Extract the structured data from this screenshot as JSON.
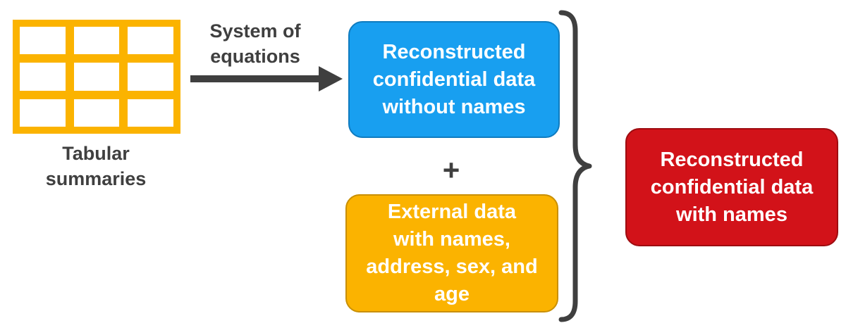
{
  "tabular": {
    "caption_line1": "Tabular",
    "caption_line2": "summaries"
  },
  "arrow": {
    "label_line1": "System of",
    "label_line2": "equations"
  },
  "boxes": {
    "reconstructed_without_names": [
      "Reconstructed",
      "confidential data",
      "without names"
    ],
    "external_data": [
      "External data",
      "with names,",
      "address, sex, and",
      "age"
    ],
    "reconstructed_with_names": [
      "Reconstructed",
      "confidential data",
      "with names"
    ]
  },
  "plus_symbol": "+",
  "colors": {
    "table_icon": "#fbb300",
    "blue_box": "#189ff0",
    "yellow_box": "#fbb300",
    "red_box": "#d21219",
    "text_dark": "#3f3f3f",
    "arrow": "#3f3f3f"
  },
  "icons": {
    "table": "table-grid-icon",
    "arrow": "right-arrow-icon",
    "brace": "right-curly-brace-icon"
  }
}
